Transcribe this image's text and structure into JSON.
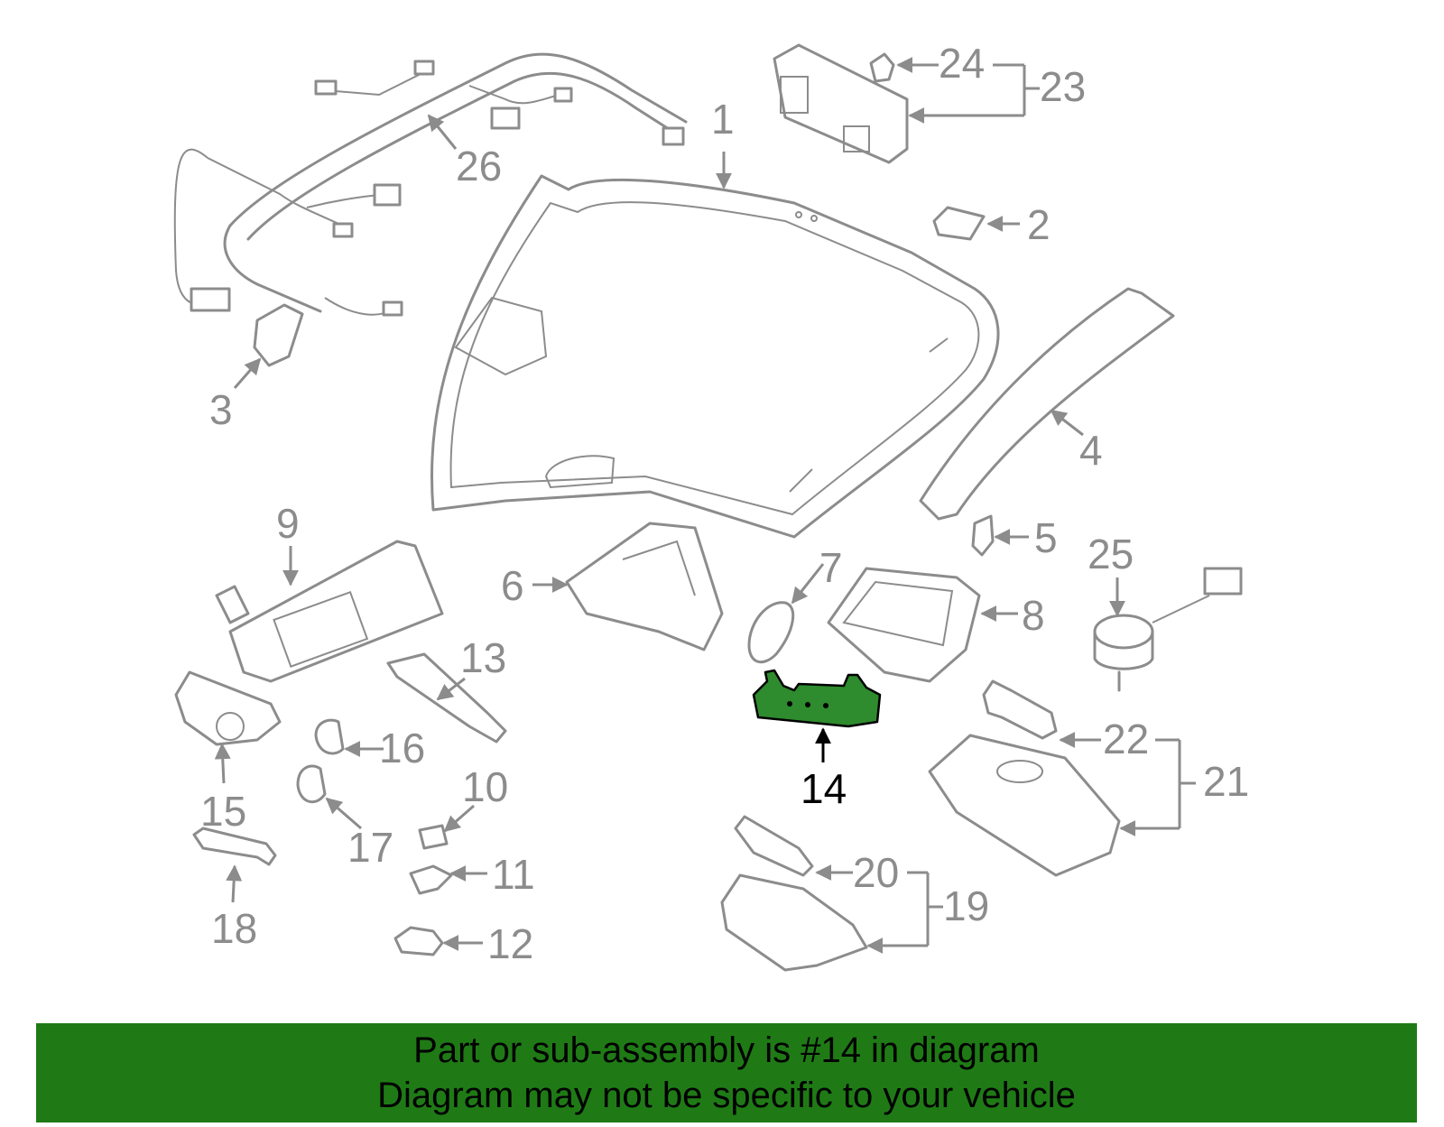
{
  "callouts": {
    "c1": "1",
    "c2": "2",
    "c3": "3",
    "c4": "4",
    "c5": "5",
    "c6": "6",
    "c7": "7",
    "c8": "8",
    "c9": "9",
    "c10": "10",
    "c11": "11",
    "c12": "12",
    "c13": "13",
    "c14": "14",
    "c15": "15",
    "c16": "16",
    "c17": "17",
    "c18": "18",
    "c19": "19",
    "c20": "20",
    "c21": "21",
    "c22": "22",
    "c23": "23",
    "c24": "24",
    "c25": "25",
    "c26": "26"
  },
  "highlighted_part": "14",
  "colors": {
    "line_art": "#8c8c8c",
    "highlight_fill": "#2e8b2e",
    "banner_background": "#1f7a16",
    "banner_text": "#000000"
  },
  "banner": {
    "line1": "Part or sub-assembly is #14 in diagram",
    "line2": "Diagram may not be specific to your vehicle"
  }
}
